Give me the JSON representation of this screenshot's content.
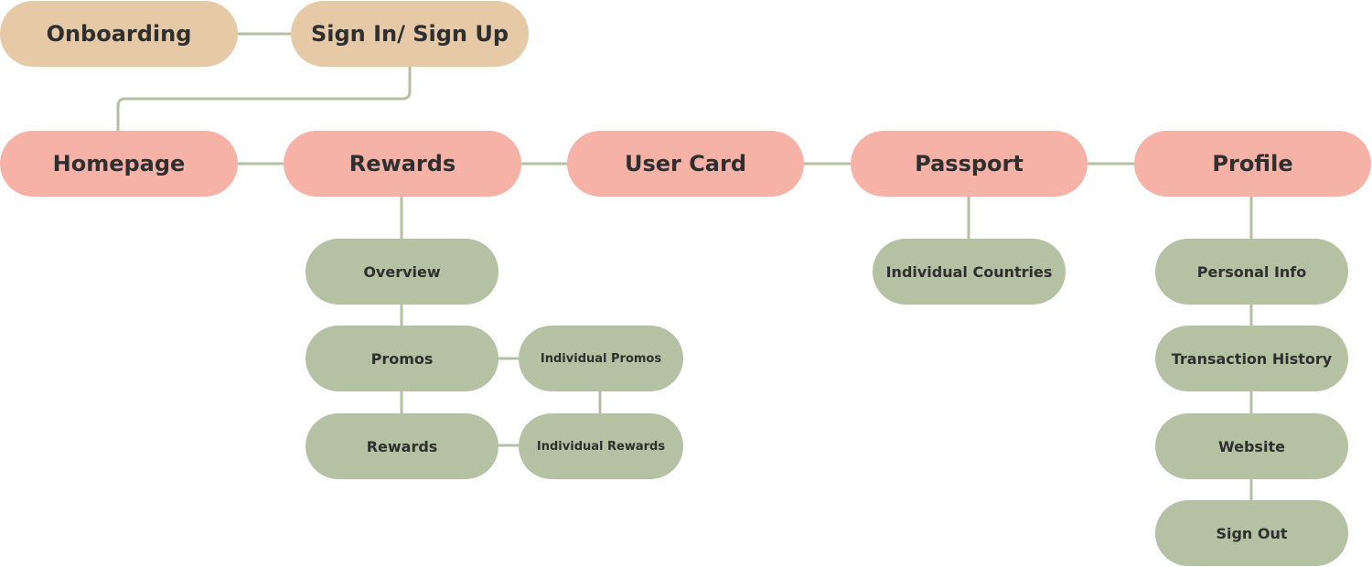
{
  "colors": {
    "onboarding_fill": "#e6c9a6",
    "main_fill": "#f7b2a8",
    "sub_fill": "#b4c1a3",
    "connector": "#b3c0a2",
    "text": "#2f2f2f"
  },
  "onboarding": {
    "onboarding": "Onboarding",
    "sign_in_up": "Sign In/ Sign Up"
  },
  "main_nav": {
    "homepage": "Homepage",
    "rewards": "Rewards",
    "user_card": "User Card",
    "passport": "Passport",
    "profile": "Profile"
  },
  "rewards_section": {
    "overview": "Overview",
    "promos": "Promos",
    "rewards": "Rewards",
    "individual_promos": "Individual Promos",
    "individual_rewards": "Individual Rewards"
  },
  "passport_section": {
    "individual_countries": "Individual Countries"
  },
  "profile_section": {
    "personal_info": "Personal Info",
    "transaction_history": "Transaction History",
    "website": "Website",
    "sign_out": "Sign Out"
  }
}
